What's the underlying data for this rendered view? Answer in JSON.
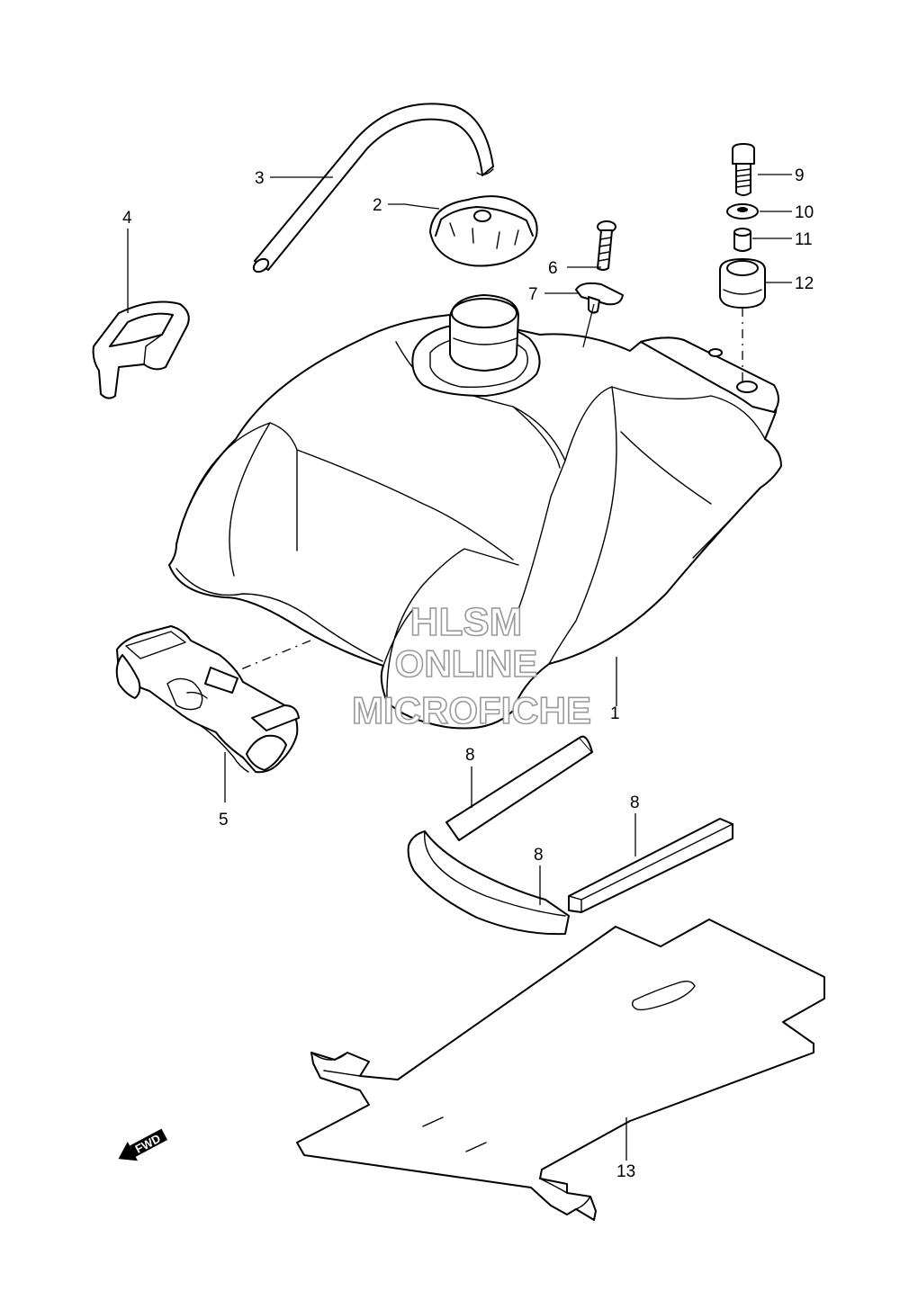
{
  "callouts": {
    "c1": "1",
    "c2": "2",
    "c3": "3",
    "c4": "4",
    "c5": "5",
    "c6": "6",
    "c7": "7",
    "c8a": "8",
    "c8b": "8",
    "c8c": "8",
    "c9": "9",
    "c10": "10",
    "c11": "11",
    "c12": "12",
    "c13": "13"
  },
  "watermark": {
    "line1": "HLSM",
    "line2": "ONLINE",
    "line3": "MICROFICHE"
  },
  "fwd_label": "FWD"
}
